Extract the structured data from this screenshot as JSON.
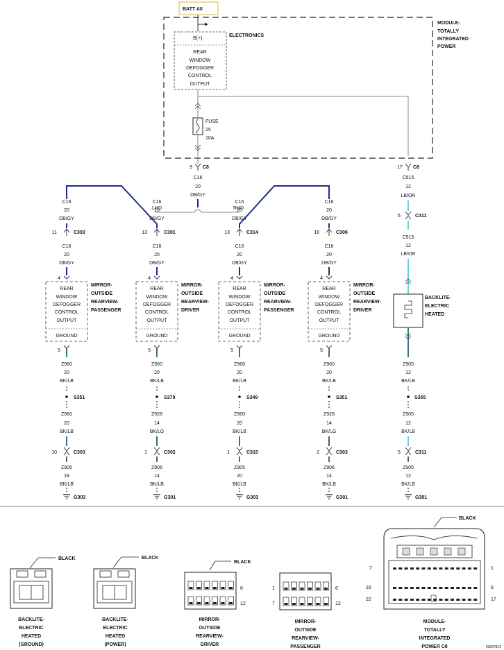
{
  "header": {
    "batt_label": "BATT A0",
    "module_label": [
      "MODULE-",
      "TOTALLY",
      "INTEGRATED",
      "POWER"
    ],
    "electronics_label": "ELECTRONICS",
    "bplus_label": "B(+)",
    "output_label": [
      "REAR",
      "WINDOW",
      "DEFOGGER",
      "CONTROL",
      "OUTPUT"
    ],
    "fuse_label": [
      "FUSE",
      "25",
      "10A"
    ]
  },
  "feed": {
    "pin": "9",
    "conn": "C8",
    "circuit": [
      "C16",
      "20",
      "DB/GY"
    ],
    "lhd": "LHD",
    "rhd": "RHD"
  },
  "right_feed": {
    "pin": "17",
    "conn": "C8",
    "circuit1": [
      "C515",
      "12",
      "LB/OR"
    ],
    "mid_pin": "6",
    "mid_conn": "C311",
    "circuit2": [
      "C515",
      "12",
      "LB/OR"
    ],
    "backlite": [
      "BACKLITE-",
      "ELECTRIC",
      "HEATED"
    ],
    "w1": [
      "Z905",
      "12",
      "BK/LB"
    ],
    "splice": "S355",
    "w2": [
      "Z905",
      "12",
      "BK/LB"
    ],
    "pin2": "5",
    "conn2": "C311",
    "w3": [
      "Z905",
      "12",
      "BK/LB"
    ],
    "ground": "G301"
  },
  "branches": [
    {
      "top": [
        "C16",
        "20",
        "DB/GY"
      ],
      "pin": "11",
      "conn": "C303",
      "mid": [
        "C16",
        "20",
        "DB/GY"
      ],
      "in_pin": "4",
      "box": [
        "REAR",
        "WINDOW",
        "DEFOGGER",
        "CONTROL",
        "OUTPUT"
      ],
      "ground_label": "GROUND",
      "name": [
        "MIRROR-",
        "OUTSIDE",
        "REARVIEW-",
        "PASSENGER"
      ],
      "out_pin": "5",
      "w1": [
        "Z960",
        "20",
        "BK/LB"
      ],
      "splice": "S351",
      "w2": [
        "Z960",
        "20",
        "BK/LB"
      ],
      "pin2": "10",
      "conn2": "C303",
      "w3": [
        "Z905",
        "18",
        "BK/LB"
      ],
      "ground": "G303"
    },
    {
      "top": [
        "C16",
        "20",
        "DB/GY"
      ],
      "pin": "13",
      "conn": "C301",
      "mid": [
        "C16",
        "20",
        "DB/GY"
      ],
      "in_pin": "4",
      "box": [
        "REAR",
        "WINDOW",
        "DEFOGGER",
        "CONTROL",
        "OUTPUT"
      ],
      "ground_label": "GROUND",
      "name": [
        "MIRROR-",
        "OUTSIDE",
        "REARVIEW-",
        "DRIVER"
      ],
      "out_pin": "5",
      "w1": [
        "Z960",
        "20",
        "BK/LB"
      ],
      "splice": "S370",
      "w2": [
        "Z928",
        "14",
        "BK/LG"
      ],
      "pin2": "1",
      "conn2": "C302",
      "w3": [
        "Z906",
        "14",
        "BK/LB"
      ],
      "ground": "G301"
    },
    {
      "top": [
        "C16",
        "20",
        "DB/GY"
      ],
      "pin": "13",
      "conn": "C314",
      "mid": [
        "C16",
        "20",
        "DB/GY"
      ],
      "in_pin": "4",
      "box": [
        "REAR",
        "WINDOW",
        "DEFOGGER",
        "CONTROL",
        "OUTPUT"
      ],
      "ground_label": "GROUND",
      "name": [
        "MIRROR-",
        "OUTSIDE",
        "REARVIEW-",
        "PASSENGER"
      ],
      "out_pin": "5",
      "w1": [
        "Z960",
        "20",
        "BK/LB"
      ],
      "splice": "S349",
      "w2": [
        "Z960",
        "20",
        "BK/LB"
      ],
      "pin2": "1",
      "conn2": "C315",
      "w3": [
        "Z905",
        "20",
        "BK/LB"
      ],
      "ground": "G303"
    },
    {
      "top": [
        "C16",
        "20",
        "DB/GY"
      ],
      "pin": "16",
      "conn": "C306",
      "mid": [
        "C16",
        "20",
        "DB/GY"
      ],
      "in_pin": "4",
      "box": [
        "REAR",
        "WINDOW",
        "DEFOGGER",
        "CONTROL",
        "OUTPUT"
      ],
      "ground_label": "GROUND",
      "name": [
        "MIRROR-",
        "OUTSIDE",
        "REARVIEW-",
        "DRIVER"
      ],
      "out_pin": "5",
      "w1": [
        "Z960",
        "20",
        "BK/LB"
      ],
      "splice": "S351",
      "w2": [
        "Z928",
        "14",
        "BK/LG"
      ],
      "pin2": "2",
      "conn2": "C303",
      "w3": [
        "Z906",
        "14",
        "BK/LB"
      ],
      "ground": "G301"
    }
  ],
  "connectors": [
    {
      "color": "BLACK",
      "name": [
        "BACKLITE-",
        "ELECTRIC",
        "HEATED",
        "(GROUND)"
      ]
    },
    {
      "color": "BLACK",
      "name": [
        "BACKLITE-",
        "ELECTRIC",
        "HEATED",
        "(POWER)"
      ]
    },
    {
      "color": "BLACK",
      "name": [
        "MIRROR-",
        "OUTSIDE",
        "REARVIEW-",
        "DRIVER"
      ],
      "pins": [
        "6",
        "12"
      ]
    },
    {
      "name": [
        "MIRROR-",
        "OUTSIDE",
        "REARVIEW-",
        "PASSENGER"
      ],
      "pins": [
        "1",
        "7",
        "6",
        "12"
      ]
    },
    {
      "color": "BLACK",
      "name": [
        "MODULE-",
        "TOTALLY",
        "INTEGRATED",
        "POWER C8"
      ],
      "pins": [
        "7",
        "1",
        "16",
        "8",
        "22",
        "17"
      ]
    }
  ],
  "figure_id": "03997812",
  "colors": {
    "db_gy": "#1f2a8a",
    "lb_or": "#66cfe0",
    "bk_lb": "#3a6f86",
    "bk_lg": "#3b6f3b"
  }
}
